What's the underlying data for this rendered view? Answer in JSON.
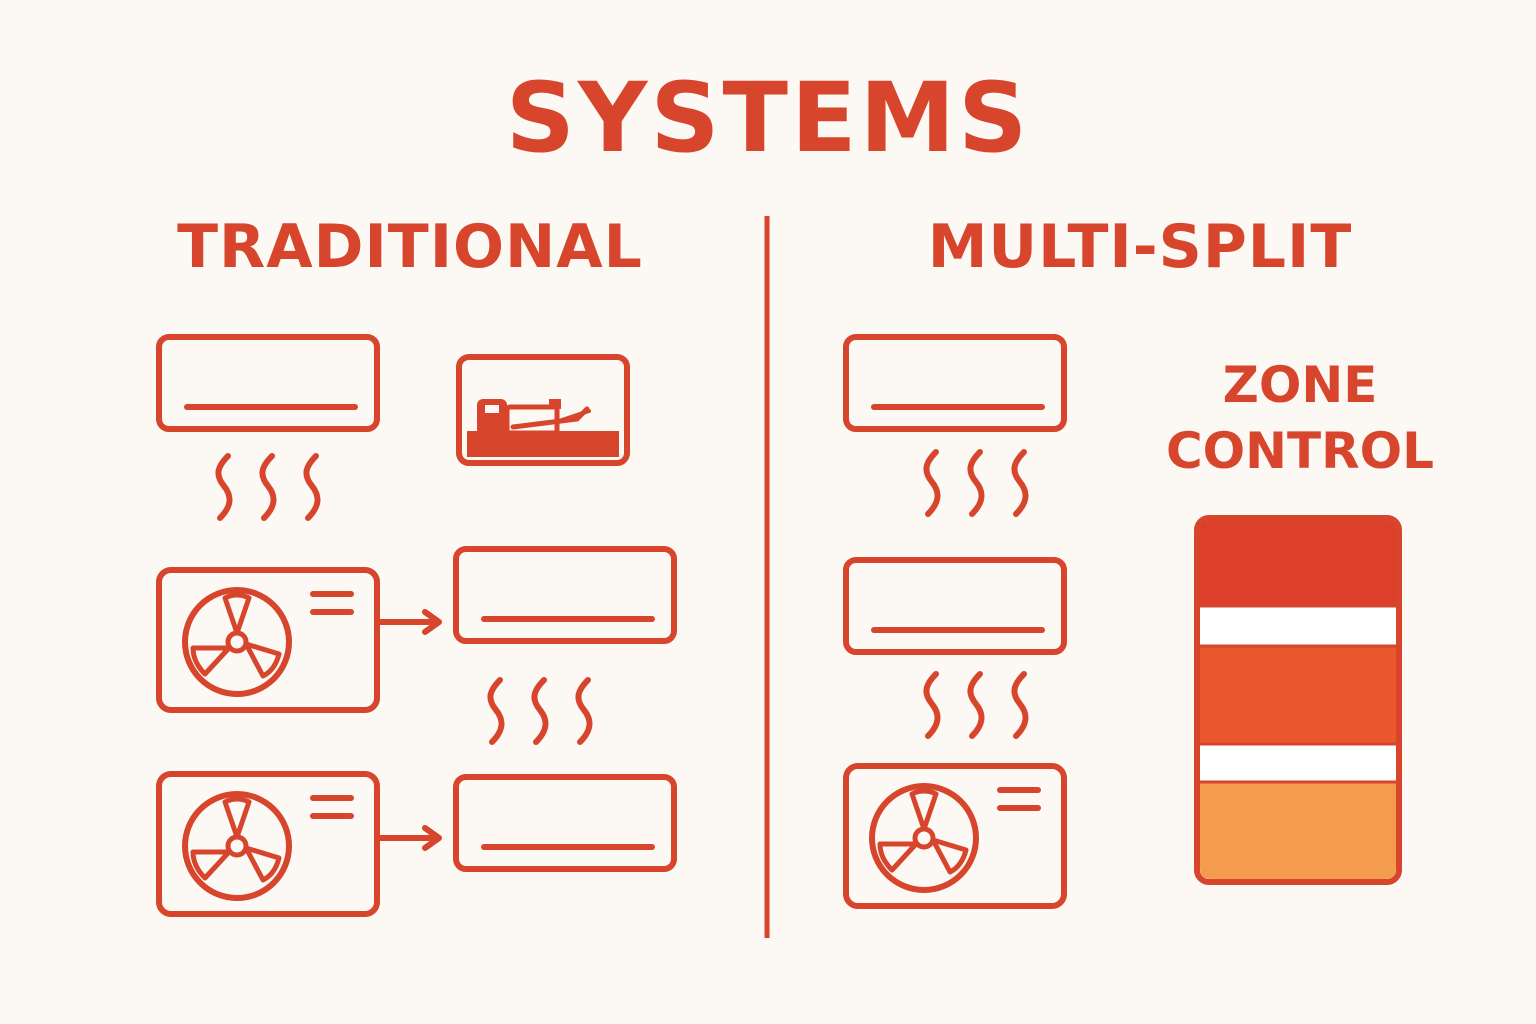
{
  "title": "SYSTEMS",
  "left_column": {
    "heading": "TRADITIONAL"
  },
  "right_column": {
    "heading": "MULTI-SPLIT",
    "zone_label": {
      "line1": "ZONE",
      "line2": "CONTROL"
    }
  },
  "colors": {
    "background": "#fcf8f3",
    "stroke": "#d6452c",
    "zone_top": "#dc3f2a",
    "zone_middle": "#ec582e",
    "zone_bottom": "#f39c4e",
    "zone_gap": "#ffffff"
  },
  "icons": {
    "left": [
      "indoor-unit-icon",
      "window-unit-icon",
      "heat-waves-icon",
      "outdoor-unit-icon",
      "arrow-right-icon",
      "indoor-unit-icon",
      "heat-waves-icon",
      "outdoor-unit-icon",
      "arrow-right-icon",
      "indoor-unit-icon"
    ],
    "right": [
      "indoor-unit-icon",
      "heat-waves-icon",
      "indoor-unit-icon",
      "heat-waves-icon",
      "outdoor-unit-icon",
      "zone-control-panel-icon"
    ]
  }
}
